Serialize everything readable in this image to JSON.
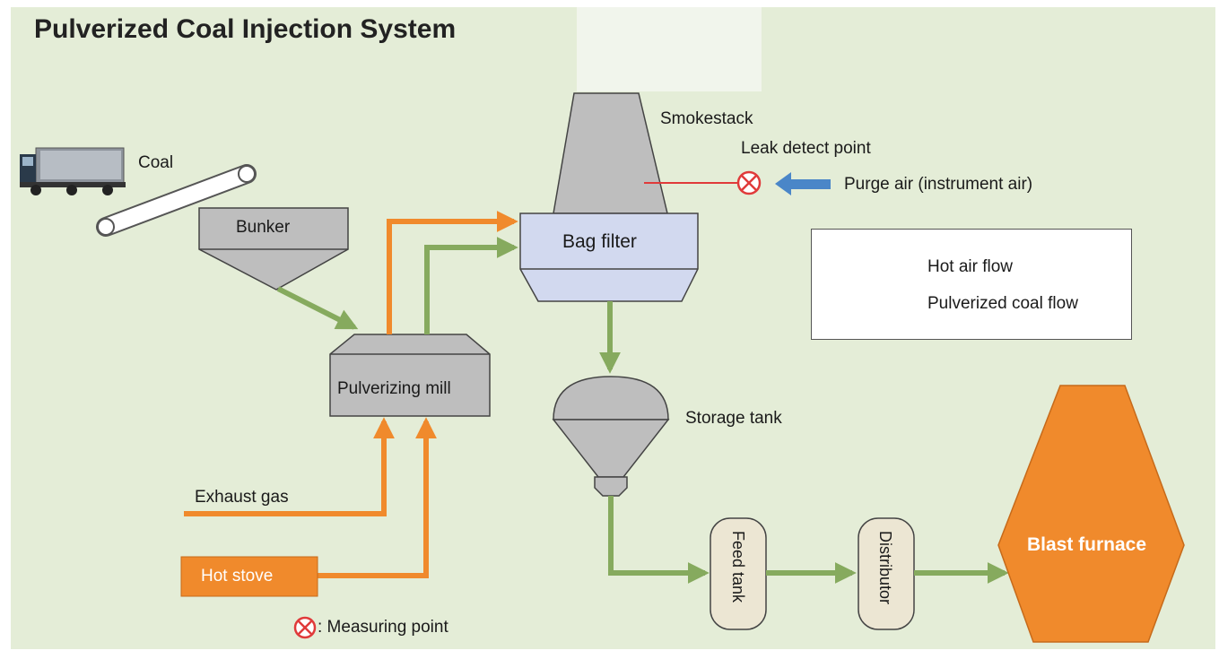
{
  "title": "Pulverized Coal Injection System",
  "labels": {
    "coal": "Coal",
    "bunker": "Bunker",
    "pulverizing_mill": "Pulverizing mill",
    "bag_filter": "Bag filter",
    "smokestack": "Smokestack",
    "leak_detect_point": "Leak detect point",
    "purge_air": "Purge air (instrument air)",
    "storage_tank": "Storage tank",
    "exhaust_gas": "Exhaust gas",
    "hot_stove": "Hot stove",
    "measuring_point": ": Measuring point",
    "feed_tank": "Feed tank",
    "distributor": "Distributor",
    "blast_furnace": "Blast furnace"
  },
  "legend": {
    "hot_air": "Hot air flow",
    "pulverized_coal": "Pulverized coal flow"
  },
  "colors": {
    "background": "#e4edd7",
    "hot_air_flow": "#f08a2c",
    "pulverized_coal_flow": "#86aa5e",
    "purge_air_arrow": "#4a86c8",
    "measuring_point": "#e03a3a",
    "equipment_gray": "#bebebe",
    "bag_filter": "#d2d9ef",
    "blast_furnace": "#f08a2c",
    "tank_beige": "#ece6d3"
  },
  "icons": [
    "truck-icon",
    "conveyor-icon",
    "measuring-point-icon"
  ]
}
